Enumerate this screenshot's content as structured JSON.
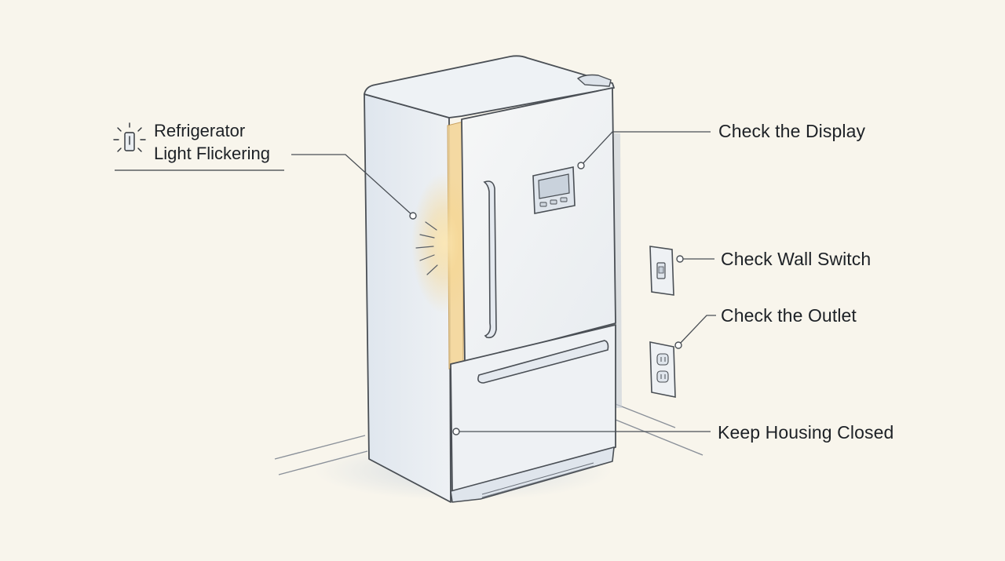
{
  "title": {
    "line1": "Refrigerator",
    "line2": "Light Flickering",
    "icon": "light-bulb-flicker-icon"
  },
  "callouts": [
    {
      "id": "display",
      "label": "Check the Display"
    },
    {
      "id": "wall_switch",
      "label": "Check Wall Switch"
    },
    {
      "id": "outlet",
      "label": "Check the Outlet"
    },
    {
      "id": "housing",
      "label": "Keep Housing Closed"
    }
  ],
  "colors": {
    "background": "#f8f5ec",
    "ink": "#1d2126",
    "line": "#4a4f55",
    "glow": "#f3cf83",
    "fridge_body": "#e9edf2",
    "fridge_door": "#f1f3f5",
    "shadow": "#c9d3df"
  }
}
